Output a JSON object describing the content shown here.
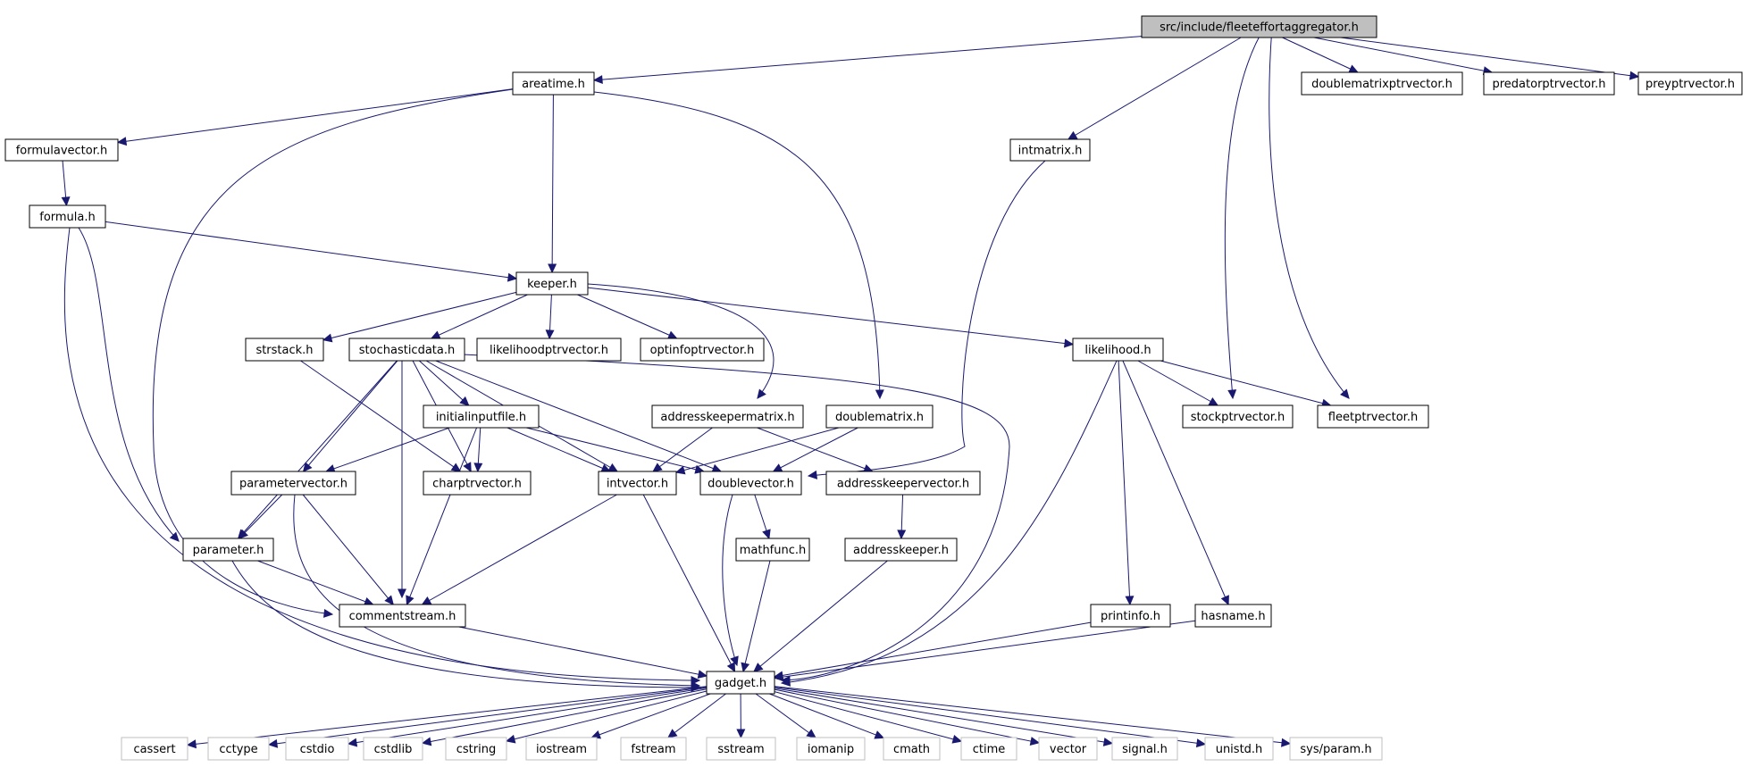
{
  "colors": {
    "edge": "#191970",
    "root_fill": "#bfbfbf",
    "node_fill": "#ffffff",
    "node_border": "#000000",
    "system_border": "#bfbfbf"
  },
  "nodes": [
    {
      "id": "root",
      "label": "src/include/fleeteffortaggregator.h",
      "kind": "root"
    },
    {
      "id": "areatime",
      "label": "areatime.h"
    },
    {
      "id": "doublematrixptrvector",
      "label": "doublematrixptrvector.h"
    },
    {
      "id": "predatorptrvector",
      "label": "predatorptrvector.h"
    },
    {
      "id": "preyptrvector",
      "label": "preyptrvector.h"
    },
    {
      "id": "formulavector",
      "label": "formulavector.h"
    },
    {
      "id": "intmatrix",
      "label": "intmatrix.h"
    },
    {
      "id": "formula",
      "label": "formula.h"
    },
    {
      "id": "keeper",
      "label": "keeper.h"
    },
    {
      "id": "strstack",
      "label": "strstack.h"
    },
    {
      "id": "stochasticdata",
      "label": "stochasticdata.h"
    },
    {
      "id": "likelihoodptrvector",
      "label": "likelihoodptrvector.h"
    },
    {
      "id": "optinfoptrvector",
      "label": "optinfoptrvector.h"
    },
    {
      "id": "likelihood",
      "label": "likelihood.h"
    },
    {
      "id": "initialinputfile",
      "label": "initialinputfile.h"
    },
    {
      "id": "addresskeepermatrix",
      "label": "addresskeepermatrix.h"
    },
    {
      "id": "doublematrix",
      "label": "doublematrix.h"
    },
    {
      "id": "stockptrvector",
      "label": "stockptrvector.h"
    },
    {
      "id": "fleetptrvector",
      "label": "fleetptrvector.h"
    },
    {
      "id": "parametervector",
      "label": "parametervector.h"
    },
    {
      "id": "charptrvector",
      "label": "charptrvector.h"
    },
    {
      "id": "intvector",
      "label": "intvector.h"
    },
    {
      "id": "doublevector",
      "label": "doublevector.h"
    },
    {
      "id": "addresskeepervector",
      "label": "addresskeepervector.h"
    },
    {
      "id": "parameter",
      "label": "parameter.h"
    },
    {
      "id": "mathfunc",
      "label": "mathfunc.h"
    },
    {
      "id": "addresskeeper",
      "label": "addresskeeper.h"
    },
    {
      "id": "commentstream",
      "label": "commentstream.h"
    },
    {
      "id": "printinfo",
      "label": "printinfo.h"
    },
    {
      "id": "hasname",
      "label": "hasname.h"
    },
    {
      "id": "gadget",
      "label": "gadget.h"
    },
    {
      "id": "cassert",
      "label": "cassert",
      "kind": "system"
    },
    {
      "id": "cctype",
      "label": "cctype",
      "kind": "system"
    },
    {
      "id": "cstdio",
      "label": "cstdio",
      "kind": "system"
    },
    {
      "id": "cstdlib",
      "label": "cstdlib",
      "kind": "system"
    },
    {
      "id": "cstring",
      "label": "cstring",
      "kind": "system"
    },
    {
      "id": "iostream",
      "label": "iostream",
      "kind": "system"
    },
    {
      "id": "fstream",
      "label": "fstream",
      "kind": "system"
    },
    {
      "id": "sstream",
      "label": "sstream",
      "kind": "system"
    },
    {
      "id": "iomanip",
      "label": "iomanip",
      "kind": "system"
    },
    {
      "id": "cmath",
      "label": "cmath",
      "kind": "system"
    },
    {
      "id": "ctime",
      "label": "ctime",
      "kind": "system"
    },
    {
      "id": "vector",
      "label": "vector",
      "kind": "system"
    },
    {
      "id": "signal",
      "label": "signal.h",
      "kind": "system"
    },
    {
      "id": "unistd",
      "label": "unistd.h",
      "kind": "system"
    },
    {
      "id": "sysparam",
      "label": "sys/param.h",
      "kind": "system"
    }
  ],
  "edges": [
    [
      "root",
      "areatime"
    ],
    [
      "root",
      "doublematrixptrvector"
    ],
    [
      "root",
      "predatorptrvector"
    ],
    [
      "root",
      "preyptrvector"
    ],
    [
      "root",
      "intmatrix"
    ],
    [
      "root",
      "stockptrvector"
    ],
    [
      "root",
      "fleetptrvector"
    ],
    [
      "areatime",
      "formulavector"
    ],
    [
      "areatime",
      "keeper"
    ],
    [
      "areatime",
      "commentstream"
    ],
    [
      "areatime",
      "doublematrix"
    ],
    [
      "formulavector",
      "formula"
    ],
    [
      "formula",
      "keeper"
    ],
    [
      "formula",
      "parameter"
    ],
    [
      "formula",
      "gadget"
    ],
    [
      "intmatrix",
      "doublevector"
    ],
    [
      "keeper",
      "strstack"
    ],
    [
      "keeper",
      "stochasticdata"
    ],
    [
      "keeper",
      "likelihoodptrvector"
    ],
    [
      "keeper",
      "optinfoptrvector"
    ],
    [
      "keeper",
      "addresskeepermatrix"
    ],
    [
      "keeper",
      "likelihood"
    ],
    [
      "strstack",
      "charptrvector"
    ],
    [
      "stochasticdata",
      "initialinputfile"
    ],
    [
      "stochasticdata",
      "parametervector"
    ],
    [
      "stochasticdata",
      "charptrvector"
    ],
    [
      "stochasticdata",
      "intvector"
    ],
    [
      "stochasticdata",
      "doublevector"
    ],
    [
      "stochasticdata",
      "parameter"
    ],
    [
      "stochasticdata",
      "commentstream"
    ],
    [
      "stochasticdata",
      "gadget"
    ],
    [
      "likelihood",
      "stockptrvector"
    ],
    [
      "likelihood",
      "fleetptrvector"
    ],
    [
      "likelihood",
      "printinfo"
    ],
    [
      "likelihood",
      "hasname"
    ],
    [
      "likelihood",
      "gadget"
    ],
    [
      "initialinputfile",
      "parametervector"
    ],
    [
      "initialinputfile",
      "charptrvector"
    ],
    [
      "initialinputfile",
      "intvector"
    ],
    [
      "initialinputfile",
      "doublevector"
    ],
    [
      "initialinputfile",
      "commentstream"
    ],
    [
      "addresskeepermatrix",
      "intvector"
    ],
    [
      "addresskeepermatrix",
      "addresskeepervector"
    ],
    [
      "doublematrix",
      "intvector"
    ],
    [
      "doublematrix",
      "doublevector"
    ],
    [
      "parametervector",
      "parameter"
    ],
    [
      "parametervector",
      "commentstream"
    ],
    [
      "parametervector",
      "gadget"
    ],
    [
      "intvector",
      "commentstream"
    ],
    [
      "intvector",
      "gadget"
    ],
    [
      "doublevector",
      "mathfunc"
    ],
    [
      "doublevector",
      "gadget"
    ],
    [
      "addresskeepervector",
      "addresskeeper"
    ],
    [
      "parameter",
      "commentstream"
    ],
    [
      "parameter",
      "gadget"
    ],
    [
      "mathfunc",
      "gadget"
    ],
    [
      "addresskeeper",
      "gadget"
    ],
    [
      "commentstream",
      "gadget"
    ],
    [
      "printinfo",
      "gadget"
    ],
    [
      "hasname",
      "gadget"
    ],
    [
      "gadget",
      "cassert"
    ],
    [
      "gadget",
      "cctype"
    ],
    [
      "gadget",
      "cstdio"
    ],
    [
      "gadget",
      "cstdlib"
    ],
    [
      "gadget",
      "cstring"
    ],
    [
      "gadget",
      "iostream"
    ],
    [
      "gadget",
      "fstream"
    ],
    [
      "gadget",
      "sstream"
    ],
    [
      "gadget",
      "iomanip"
    ],
    [
      "gadget",
      "cmath"
    ],
    [
      "gadget",
      "ctime"
    ],
    [
      "gadget",
      "vector"
    ],
    [
      "gadget",
      "signal"
    ],
    [
      "gadget",
      "unistd"
    ],
    [
      "gadget",
      "sysparam"
    ]
  ]
}
